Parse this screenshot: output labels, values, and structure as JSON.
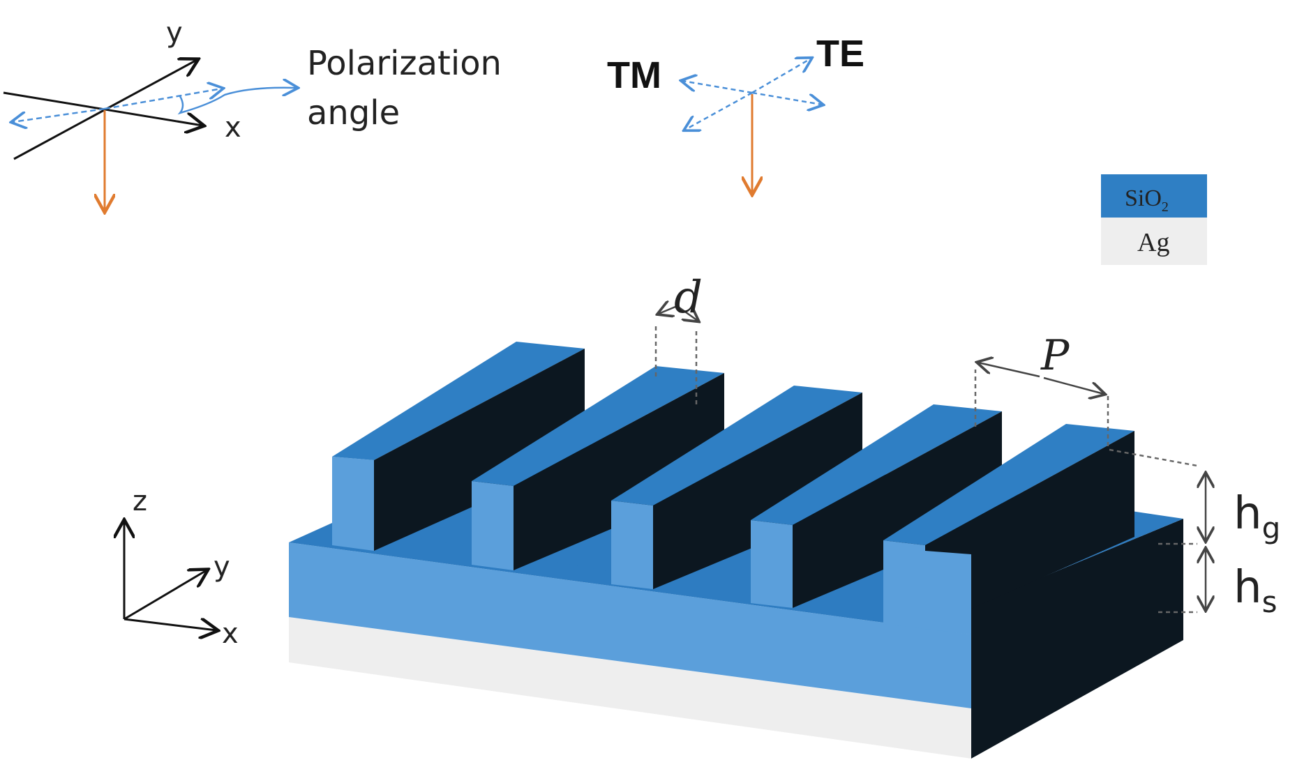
{
  "polarization_panel": {
    "axis_x": "x",
    "axis_y": "y",
    "label_line1": "Polarization",
    "label_line2": "angle"
  },
  "te_tm_panel": {
    "tm_label": "TM",
    "te_label": "TE"
  },
  "coordinate_axes": {
    "x": "x",
    "y": "y",
    "z": "z"
  },
  "legend": {
    "sio2": "SiO",
    "sio2_sub": "2",
    "ag": "Ag"
  },
  "dimensions": {
    "d": "d",
    "p": "P",
    "hg": "h",
    "hg_sub": "g",
    "hs": "h",
    "hs_sub": "s"
  },
  "colors": {
    "sio2_top": "#2f7fc4",
    "sio2_front": "#5b9fdb",
    "groove_floor": "#2e7cc1",
    "wall_dark": "#0c1720",
    "ag": "#eeeeee",
    "arrow_orange": "#e07b2f",
    "arrow_blue": "#4a8fd8"
  }
}
